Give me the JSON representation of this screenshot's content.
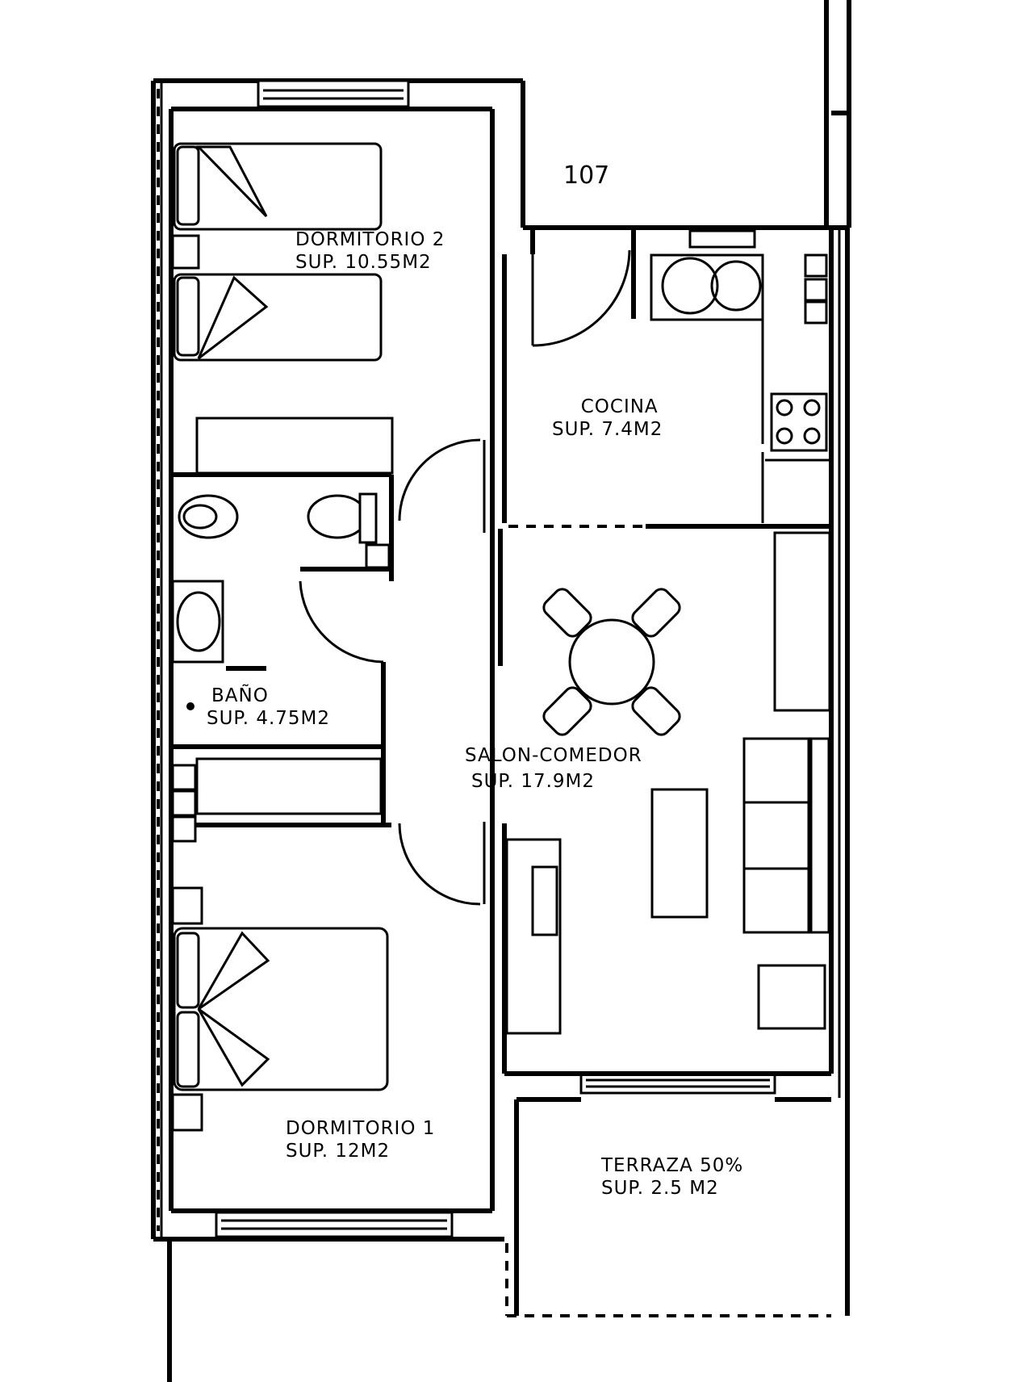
{
  "unit_code": "107",
  "rooms": {
    "dormitorio_2": {
      "name": "DORMITORIO 2",
      "area": "SUP. 10.55M2"
    },
    "cocina": {
      "name": "COCINA",
      "area": "SUP. 7.4M2"
    },
    "bano": {
      "name": "BAÑO",
      "area": "SUP. 4.75M2"
    },
    "salon_comedor": {
      "name": "SALON-COMEDOR",
      "area": "SUP. 17.9M2"
    },
    "dormitorio_1": {
      "name": "DORMITORIO 1",
      "area": "SUP. 12M2"
    },
    "terraza": {
      "name": "TERRAZA 50%",
      "area": "SUP. 2.5 M2"
    }
  }
}
